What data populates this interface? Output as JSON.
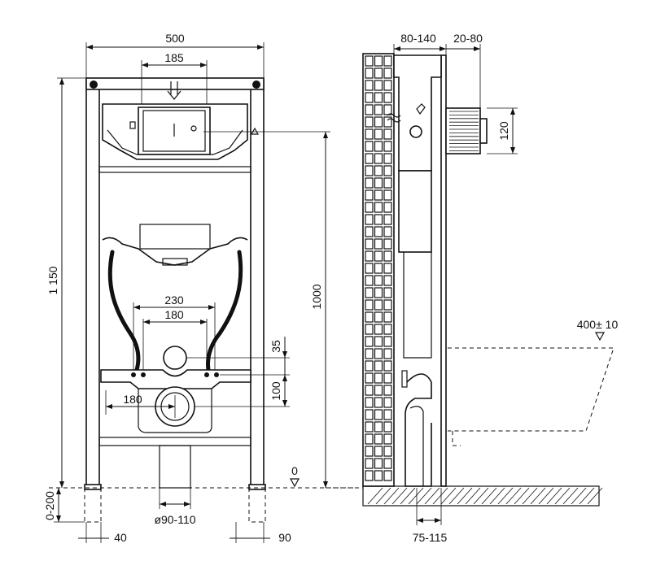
{
  "front_view": {
    "width_total": "500",
    "width_button": "185",
    "height_total": "1 150",
    "height_button": "1000",
    "pipe_spacing_outer": "230",
    "pipe_spacing_inner": "180",
    "drain_offset": "180",
    "bolt_offset": "35",
    "drain_height": "100",
    "floor_level": "0",
    "leg_adjust": "0-200",
    "leg_width": "40",
    "foot_width": "90",
    "drain_diameter": "ø90-110"
  },
  "side_view": {
    "wall_depth": "80-140",
    "panel_offset": "20-80",
    "inlet_height": "120",
    "bowl_height": "400± 10",
    "pipe_depth": "75-115"
  }
}
